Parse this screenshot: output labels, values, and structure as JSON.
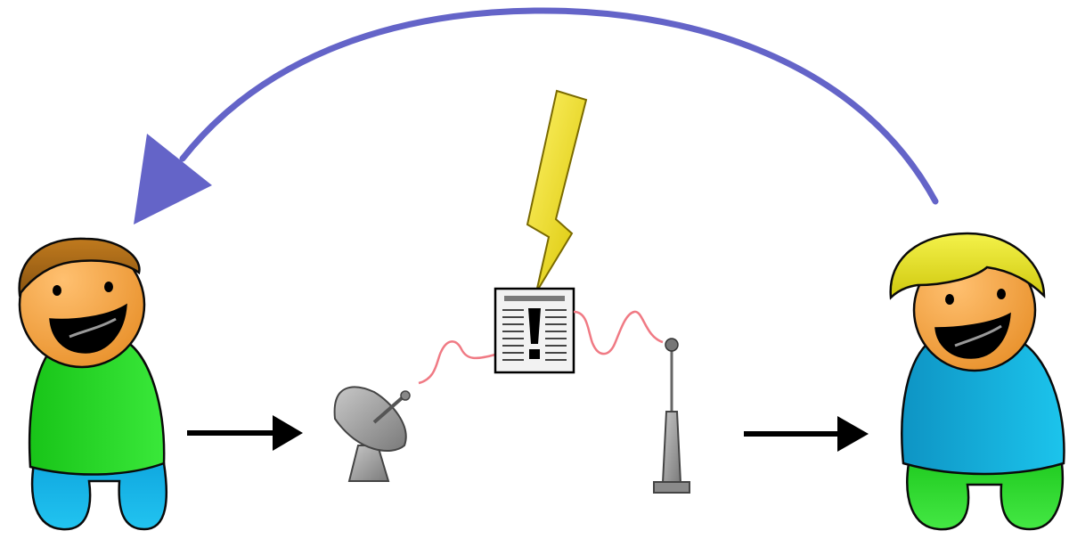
{
  "diagram": {
    "nodes": [
      {
        "id": "sender",
        "icon": "person-icon",
        "colors": {
          "hair": "#a86a14",
          "skin": "#f4a640",
          "shirt": "#22d022",
          "pants": "#14b8e8"
        }
      },
      {
        "id": "satellite-dish",
        "icon": "satellite-dish-icon",
        "colors": {
          "body": "#9a9a9a"
        }
      },
      {
        "id": "news-paper",
        "icon": "newspaper-exclamation-icon",
        "colors": {
          "paper": "#f2f2f2",
          "mark": "#000000"
        }
      },
      {
        "id": "lightning",
        "icon": "lightning-bolt-icon",
        "colors": {
          "fill": "#f2e21a",
          "stroke": "#8a7a00"
        }
      },
      {
        "id": "antenna",
        "icon": "radio-antenna-icon",
        "colors": {
          "body": "#9a9a9a"
        }
      },
      {
        "id": "receiver",
        "icon": "person-icon",
        "colors": {
          "hair": "#e8e82a",
          "skin": "#f4a640",
          "shirt": "#12a8d8",
          "pants": "#2ad82a"
        }
      }
    ],
    "edges": [
      {
        "from": "sender",
        "to": "satellite-dish",
        "style": "solid-arrow",
        "color": "#000000"
      },
      {
        "from": "satellite-dish",
        "to": "news-paper",
        "style": "wavy-signal",
        "color": "#f07a84"
      },
      {
        "from": "news-paper",
        "to": "antenna",
        "style": "wavy-signal",
        "color": "#f07a84"
      },
      {
        "from": "antenna",
        "to": "receiver",
        "style": "solid-arrow",
        "color": "#000000"
      },
      {
        "from": "receiver",
        "to": "sender",
        "style": "curved-feedback-arrow",
        "color": "#6464c8"
      }
    ]
  }
}
